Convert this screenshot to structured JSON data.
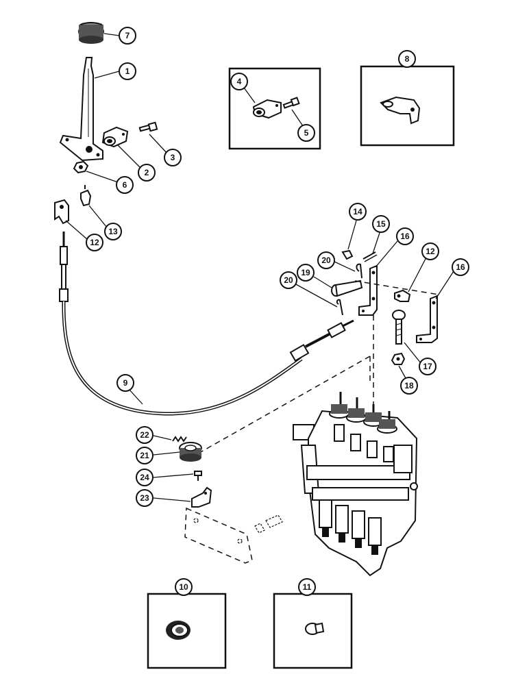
{
  "diagram": {
    "callouts": {
      "c1": "1",
      "c2": "2",
      "c3": "3",
      "c4": "4",
      "c5": "5",
      "c6": "6",
      "c7": "7",
      "c8": "8",
      "c9": "9",
      "c10": "10",
      "c11": "11",
      "c12a": "12",
      "c12b": "12",
      "c13": "13",
      "c14": "14",
      "c15": "15",
      "c16a": "16",
      "c16b": "16",
      "c17": "17",
      "c18": "18",
      "c19": "19",
      "c20a": "20",
      "c20b": "20",
      "c21": "21",
      "c22": "22",
      "c23": "23",
      "c24": "24"
    }
  }
}
